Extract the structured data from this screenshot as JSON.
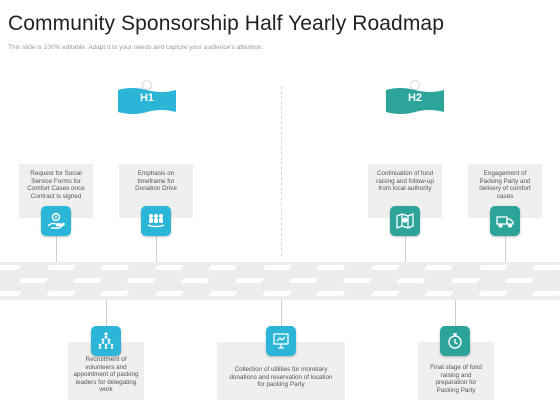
{
  "header": {
    "title": "Community Sponsorship Half Yearly Roadmap",
    "subtitle": "This slide is 100% editable. Adapt it to your needs and capture your audience’s attention."
  },
  "colors": {
    "blue": "#2bb5d6",
    "teal": "#2ca49a"
  },
  "phases": [
    {
      "label": "H1"
    },
    {
      "label": "H2"
    }
  ],
  "top_cards": [
    {
      "text": "Request for Social Service Forms for Comfort Cases once Contract is signed",
      "icon": "hand-coin-icon"
    },
    {
      "text": "Emphasis on timeframe for Donation Drive",
      "icon": "hand-people-icon"
    },
    {
      "text": "Continuation of fund raising and follow-up from local authority",
      "icon": "map-pin-icon"
    },
    {
      "text": "Engagement of Packing Party and delivery of comfort cases",
      "icon": "delivery-truck-icon"
    }
  ],
  "bottom_cards": [
    {
      "text": "Recruitment of volunteers and appointment of packing leaders for delegating work",
      "icon": "people-pyramid-icon"
    },
    {
      "text": "Collection of utilities for monetary donations and reservation of location for packing Party",
      "icon": "presentation-board-icon"
    },
    {
      "text": "Final stage of fund raising and preparation for Packing Party",
      "icon": "clock-icon"
    }
  ]
}
